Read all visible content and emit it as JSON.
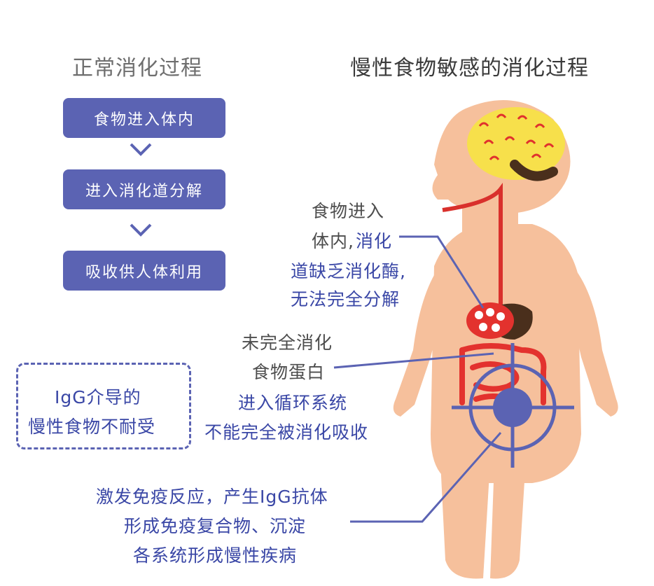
{
  "left_title": "正常消化过程",
  "right_title": "慢性食物敏感的消化过程",
  "steps": [
    "食物进入体内",
    "进入消化道分解",
    "吸收供人体利用"
  ],
  "annotation1": {
    "gray_line1": "食物进入",
    "gray_line2": "体内,",
    "blue_line2": "消化",
    "blue_line3": "道缺乏消化酶,",
    "blue_line4": "无法完全分解"
  },
  "annotation2": {
    "gray_line1": "未完全消化",
    "gray_line2": "食物蛋白",
    "blue_line3": "进入循环系统",
    "blue_line4": "不能完全被消化吸收"
  },
  "dashed_box": {
    "line1": "IgG介导的",
    "line2": "慢性食物不耐受"
  },
  "annotation3": {
    "line1": "激发免疫反应，产生IgG抗体",
    "line2": "形成免疫复合物、沉淀",
    "line3": "各系统形成慢性疾病"
  },
  "colors": {
    "accent": "#5b63b3",
    "skin": "#f6c09c",
    "text_blue": "#3a47a6"
  }
}
